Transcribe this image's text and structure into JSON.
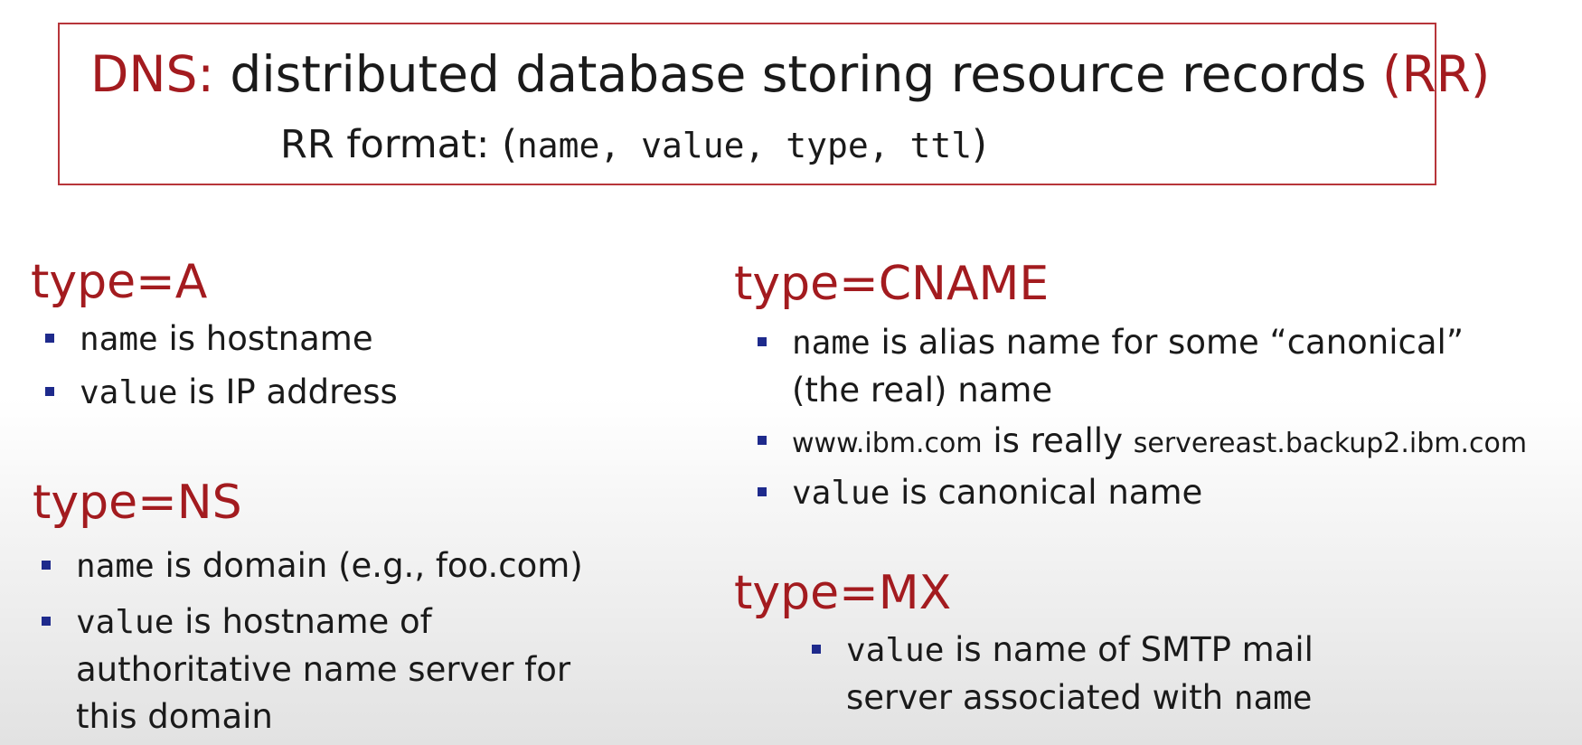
{
  "header": {
    "dns_label": "DNS:",
    "title_text": "distributed database storing resource records",
    "rr_abbrev": "(RR)",
    "format_label": "RR format:",
    "format_open": "(",
    "format_fields": "name, value, type, ttl",
    "format_close": ")"
  },
  "type_a": {
    "heading": "type=A",
    "b1_code": "name",
    "b1_text": " is hostname",
    "b2_code": "value",
    "b2_text": " is IP address"
  },
  "type_ns": {
    "heading": "type=NS",
    "b1_code": "name",
    "b1_text": " is domain (e.g., foo.com)",
    "b2_code": "value",
    "b2_line1": "  is hostname of",
    "b2_line2": "authoritative name server for",
    "b2_line3": "this domain"
  },
  "type_cname": {
    "heading": "type=CNAME",
    "b1_code": "name",
    "b1_line1": "  is alias name for some “canonical”",
    "b1_line2": "(the real) name",
    "b2_host": "www.ibm.com",
    "b2_mid": " is really ",
    "b2_target": "servereast.backup2.ibm.com",
    "b3_code": "value",
    "b3_text": "  is canonical name"
  },
  "type_mx": {
    "heading": "type=MX",
    "b1_code": "value",
    "b1_line1": " is name of SMTP mail",
    "b1_line2_text": "server associated with ",
    "b1_line2_code": "name"
  }
}
